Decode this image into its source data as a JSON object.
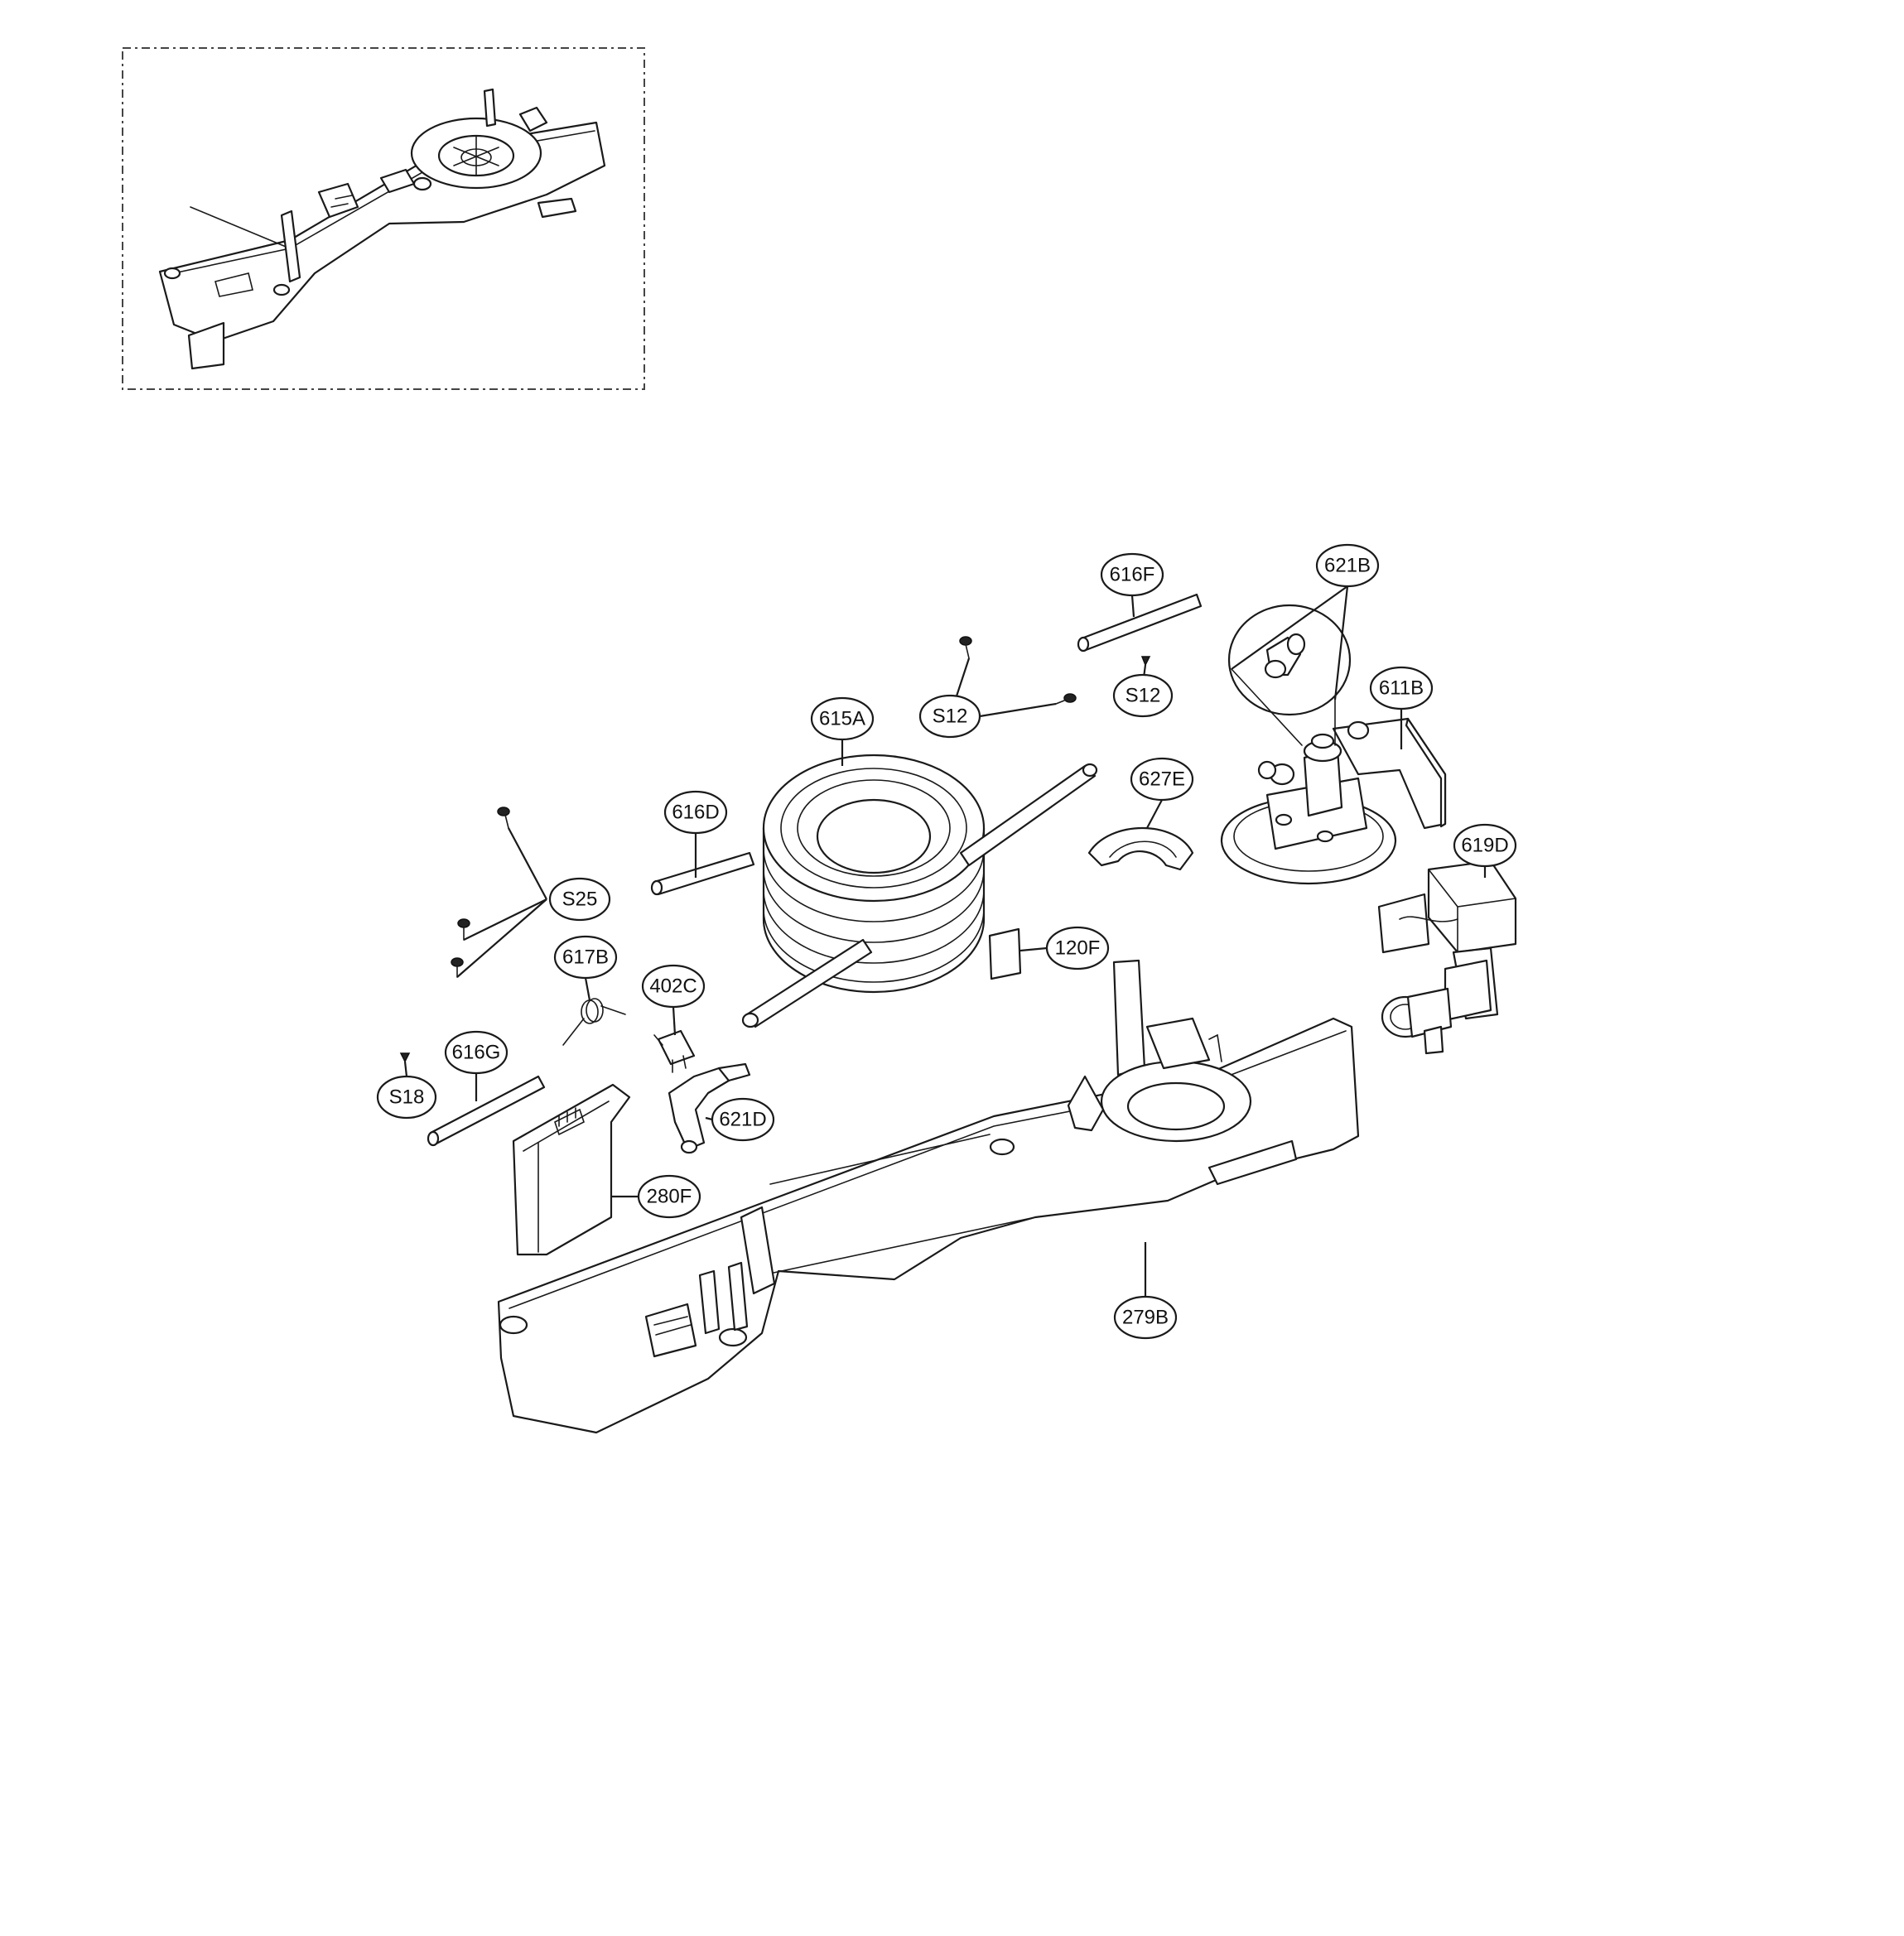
{
  "labels": {
    "p616F": "616F",
    "p621B": "621B",
    "p611B": "611B",
    "p627E": "627E",
    "p619D": "619D",
    "p615A": "615A",
    "p616D": "616D",
    "p120F": "120F",
    "pS12a": "S12",
    "pS12b": "S12",
    "pS25": "S25",
    "p617B": "617B",
    "p402C": "402C",
    "p621D": "621D",
    "pS18": "S18",
    "p616G": "616G",
    "p280F": "280F",
    "p279B": "279B"
  }
}
